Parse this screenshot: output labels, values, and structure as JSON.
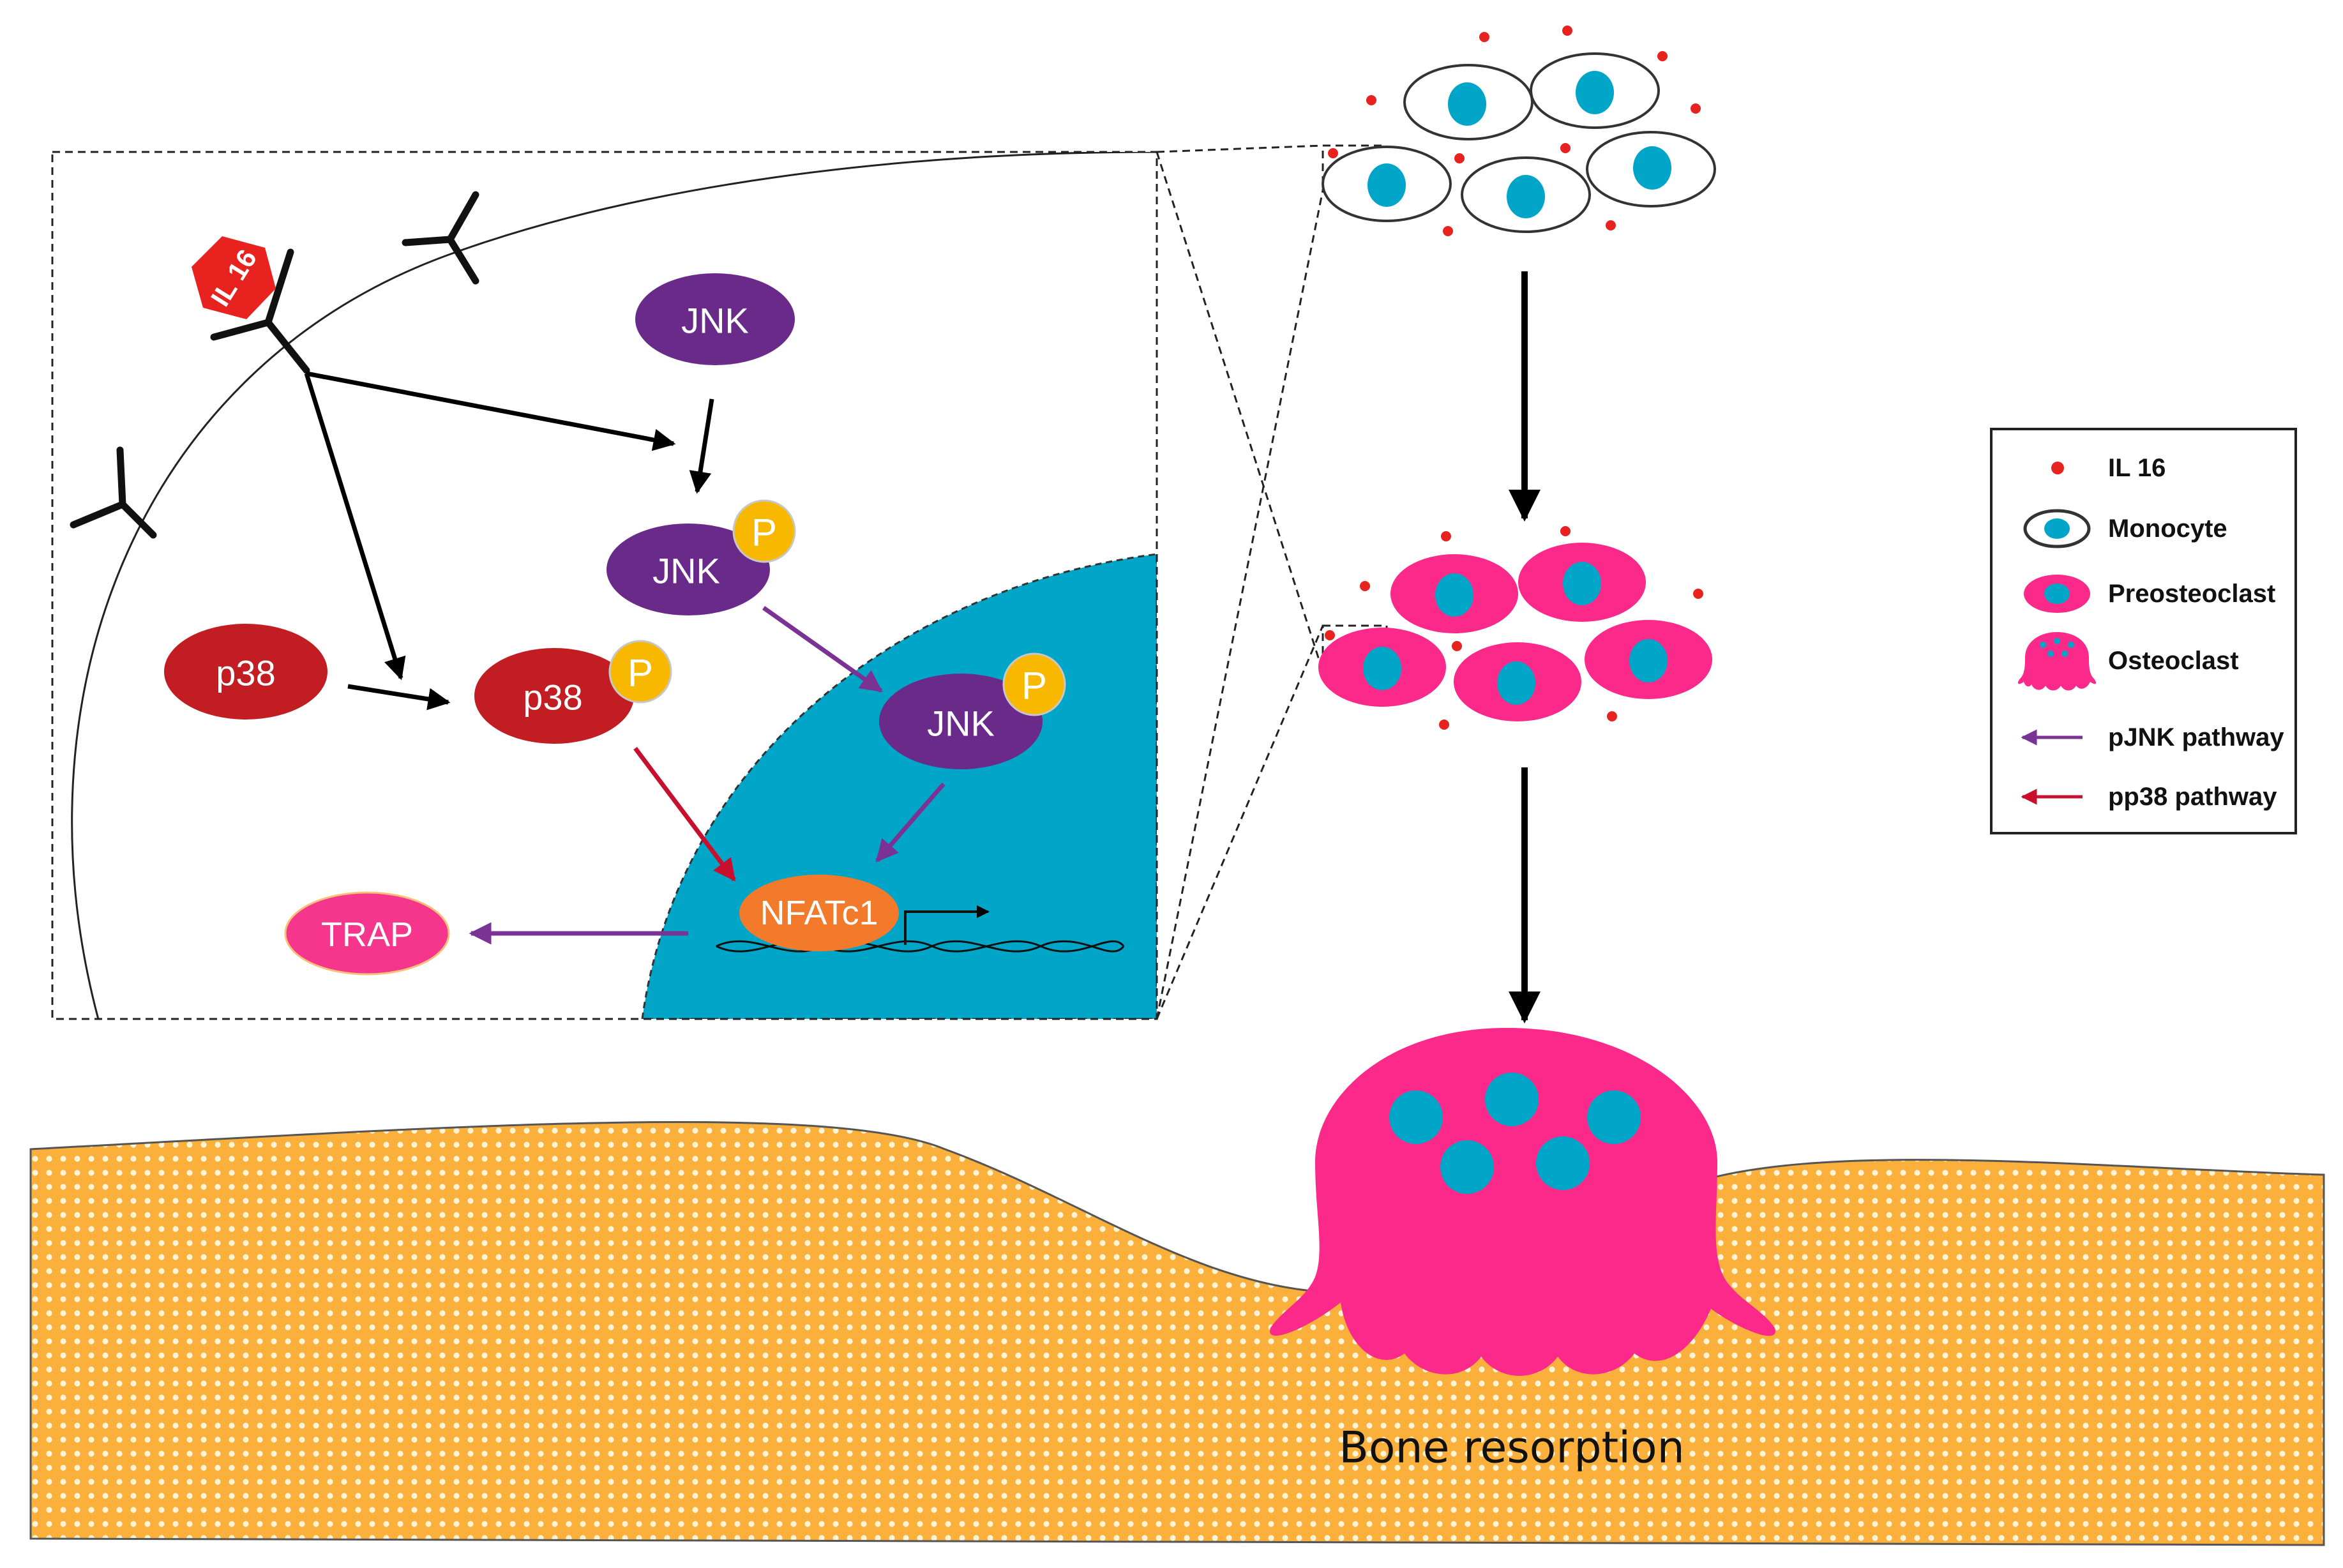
{
  "nodes": {
    "il16_ligand": "IL 16",
    "jnk_inactive": "JNK",
    "jnk_phospho": "JNK",
    "jnk_nuclear": "JNK",
    "p38_inactive": "p38",
    "p38_phospho": "p38",
    "phospho_mark": "P",
    "nfatc1": "NFATc1",
    "trap": "TRAP"
  },
  "caption": "Bone resorption",
  "legend": {
    "items": [
      {
        "label": "IL 16"
      },
      {
        "label": "Monocyte"
      },
      {
        "label": "Preosteoclast"
      },
      {
        "label": "Osteoclast"
      },
      {
        "label": "pJNK pathway"
      },
      {
        "label": "pp38 pathway"
      }
    ]
  },
  "colors": {
    "il16": "#e8221f",
    "monocyte_nucleus": "#0aa6cc",
    "preosteoclast": "#fb2a8a",
    "osteoclast": "#fb2a8a",
    "jnk": "#6a2a8a",
    "p38": "#c21d22",
    "phospho": "#f9b800",
    "nfatc1": "#f37a2a",
    "trap": "#f6358c",
    "nucleus": "#00a5c8",
    "pjnk_arrow": "#7b3295",
    "pp38_arrow": "#c8102e",
    "bone": "#fbb03b"
  }
}
